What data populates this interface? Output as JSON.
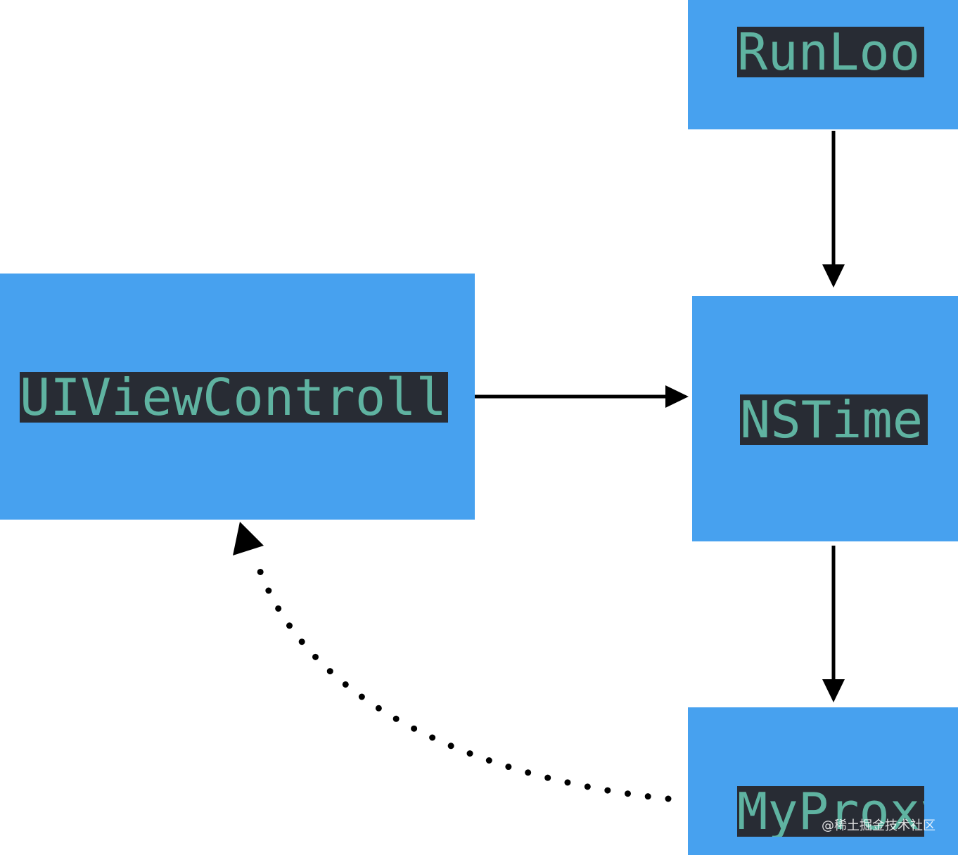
{
  "nodes": {
    "runloop": "RunLoop",
    "viewcontroller": "UIViewController",
    "timer": "NSTimer",
    "proxy": "MyProxy"
  },
  "edges": [
    {
      "from": "runloop",
      "to": "timer",
      "style": "solid"
    },
    {
      "from": "viewcontroller",
      "to": "timer",
      "style": "solid"
    },
    {
      "from": "timer",
      "to": "proxy",
      "style": "solid"
    },
    {
      "from": "proxy",
      "to": "viewcontroller",
      "style": "dotted"
    }
  ],
  "watermark": "@稀土掘金技术社区",
  "colors": {
    "node_fill": "#47a1ef",
    "label_background": "#282c34",
    "label_text": "#5fb3a1",
    "edge": "#000000"
  }
}
